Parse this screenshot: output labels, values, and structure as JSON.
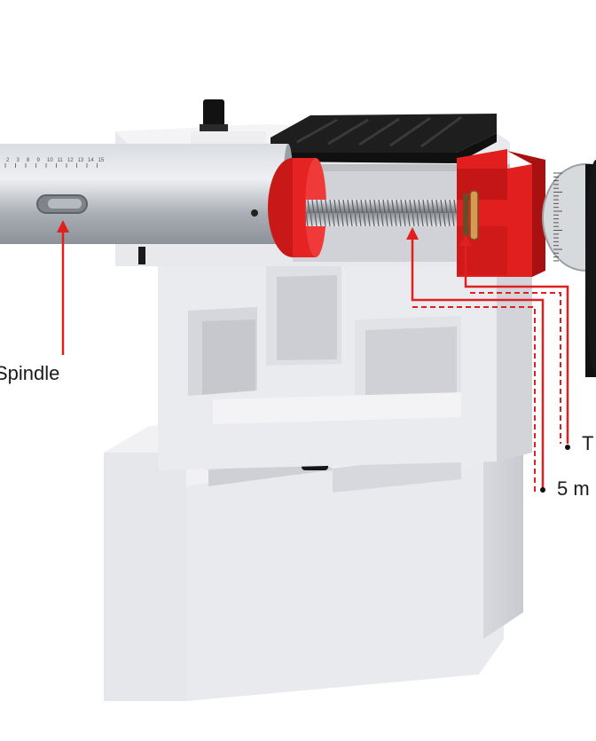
{
  "labels": {
    "spindle": "Spindle",
    "label_top_right": "T",
    "label_bottom_right": "5 m"
  },
  "scale_ticks": [
    "2",
    "3",
    "8",
    "9",
    "10",
    "11",
    "12",
    "13",
    "14",
    "15"
  ],
  "colors": {
    "accent_red": "#e01f1f",
    "body_gray": "#e7e8ec",
    "dark": "#1c1c1c",
    "steel": "#b9bec4"
  }
}
